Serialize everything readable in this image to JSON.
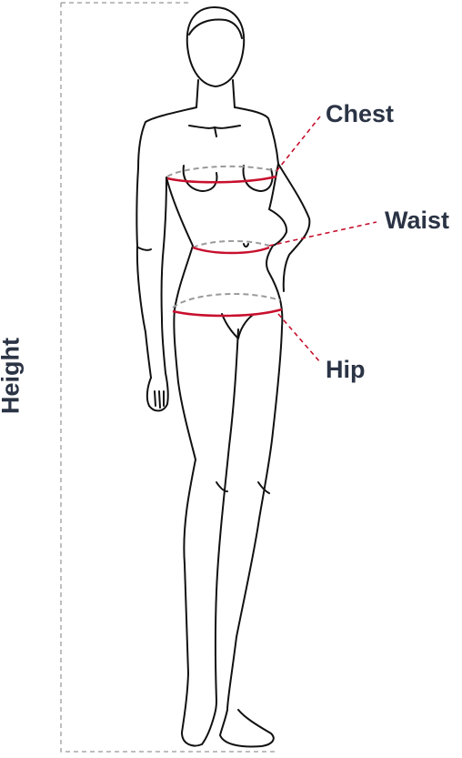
{
  "labels": {
    "chest": "Chest",
    "waist": "Waist",
    "hip": "Hip",
    "height": "Height"
  },
  "colors": {
    "measure_line": "#c8102e",
    "back_line": "#9a9a9a",
    "leader": "#c8102e",
    "outline": "#111111",
    "text": "#2b3445",
    "frame": "#a8a8a8"
  }
}
